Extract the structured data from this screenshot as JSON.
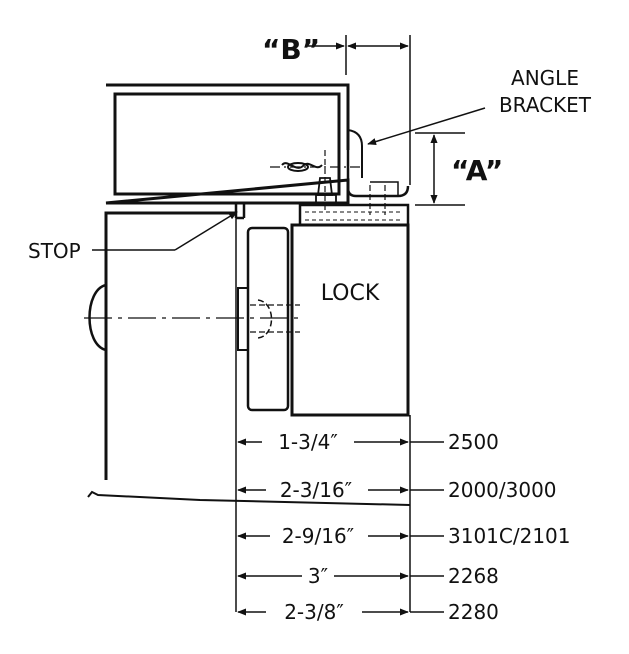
{
  "labels": {
    "b_marker": "“B”",
    "a_marker": "“A”",
    "angle": "ANGLE",
    "bracket": "BRACKET",
    "stop": "STOP",
    "lock": "LOCK"
  },
  "dimensions": [
    {
      "size": "1-3/4″",
      "model": "2500"
    },
    {
      "size": "2-3/16″",
      "model": "2000/3000"
    },
    {
      "size": "2-9/16″",
      "model": "3101C/2101"
    },
    {
      "size": "3″",
      "model": "2268"
    },
    {
      "size": "2-3/8″",
      "model": "2280"
    }
  ]
}
